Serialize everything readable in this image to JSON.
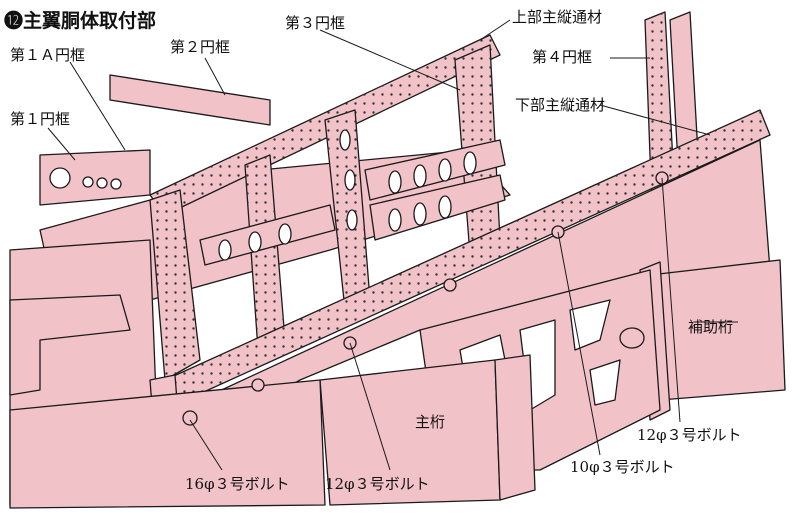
{
  "title": "⓬主翼胴体取付部",
  "colors": {
    "frame_fill": "#f2c2c9",
    "frame_fill_dark": "#e8aeb7",
    "stroke": "#1a1a1a",
    "background": "#ffffff"
  },
  "labels": {
    "frame_1a": "第１Ａ円框",
    "frame_2": "第２円框",
    "frame_1": "第１円框",
    "frame_3": "第３円框",
    "frame_4": "第４円框",
    "upper_longeron": "上部主縦通材",
    "lower_longeron": "下部主縦通材",
    "aux_spar": "補助桁",
    "main_spar": "主桁",
    "bolt_12_right": "12φ３号ボルト",
    "bolt_10": "10φ３号ボルト",
    "bolt_12_center": "12φ３号ボルト",
    "bolt_16": "16φ３号ボルト"
  }
}
